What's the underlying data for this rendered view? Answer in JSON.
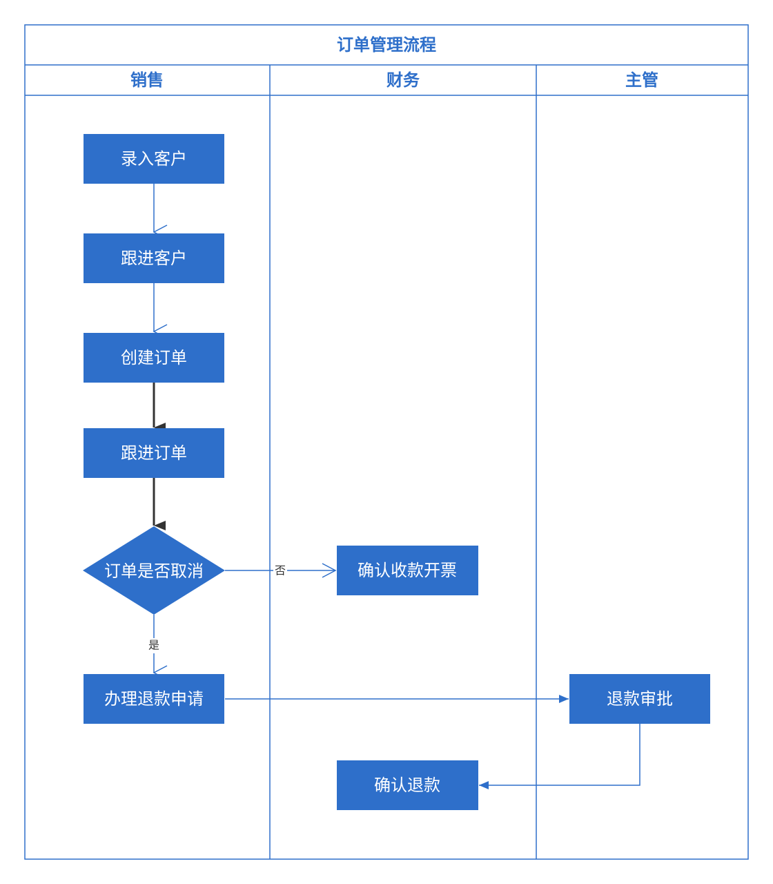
{
  "title": "订单管理流程",
  "lanes": [
    {
      "id": "sales",
      "label": "销售"
    },
    {
      "id": "finance",
      "label": "财务"
    },
    {
      "id": "manager",
      "label": "主管"
    }
  ],
  "nodes": [
    {
      "id": "n1",
      "label": "录入客户",
      "shape": "rect",
      "lane": "sales"
    },
    {
      "id": "n2",
      "label": "跟进客户",
      "shape": "rect",
      "lane": "sales"
    },
    {
      "id": "n3",
      "label": "创建订单",
      "shape": "rect",
      "lane": "sales"
    },
    {
      "id": "n4",
      "label": "跟进订单",
      "shape": "rect",
      "lane": "sales"
    },
    {
      "id": "n5",
      "label": "订单是否取消",
      "shape": "diamond",
      "lane": "sales"
    },
    {
      "id": "n6",
      "label": "确认收款开票",
      "shape": "rect",
      "lane": "finance"
    },
    {
      "id": "n7",
      "label": "办理退款申请",
      "shape": "rect",
      "lane": "sales"
    },
    {
      "id": "n8",
      "label": "退款审批",
      "shape": "rect",
      "lane": "manager"
    },
    {
      "id": "n9",
      "label": "确认退款",
      "shape": "rect",
      "lane": "finance"
    }
  ],
  "edges": [
    {
      "from": "n1",
      "to": "n2",
      "label": ""
    },
    {
      "from": "n2",
      "to": "n3",
      "label": ""
    },
    {
      "from": "n3",
      "to": "n4",
      "label": ""
    },
    {
      "from": "n4",
      "to": "n5",
      "label": ""
    },
    {
      "from": "n5",
      "to": "n6",
      "label": "否"
    },
    {
      "from": "n5",
      "to": "n7",
      "label": "是"
    },
    {
      "from": "n7",
      "to": "n8",
      "label": ""
    },
    {
      "from": "n8",
      "to": "n9",
      "label": ""
    }
  ],
  "colors": {
    "border": "#2e6fca",
    "node_fill": "#2e6fca",
    "node_text": "#ffffff",
    "title_text": "#2e6fca",
    "dark_arrow": "#333333"
  }
}
